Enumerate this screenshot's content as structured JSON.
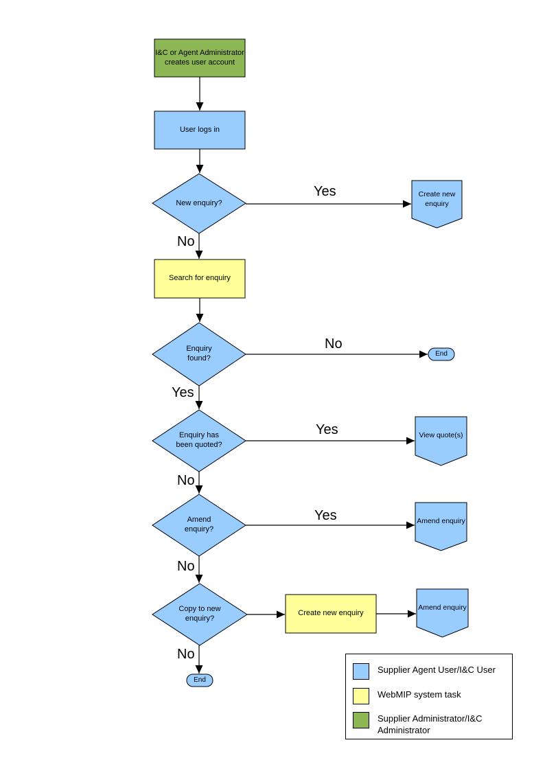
{
  "diagram": {
    "nodes": {
      "admin_creates_account": {
        "lines": [
          "I&C or Agent Administrator",
          "creates user account"
        ]
      },
      "user_logs_in": {
        "label": "User logs in"
      },
      "new_enquiry_decision": {
        "label": "New enquiry?"
      },
      "create_new_enquiry_offpage": {
        "lines": [
          "Create new",
          "enquiry"
        ]
      },
      "search_for_enquiry": {
        "label": "Search for enquiry"
      },
      "enquiry_found_decision": {
        "lines": [
          "Enquiry",
          "found?"
        ]
      },
      "end_top": {
        "label": "End"
      },
      "enquiry_quoted_decision": {
        "lines": [
          "Enquiry has",
          "been quoted?"
        ]
      },
      "view_quotes_offpage": {
        "label": "View quote(s)"
      },
      "amend_enquiry_decision": {
        "lines": [
          "Amend",
          "enquiry?"
        ]
      },
      "amend_enquiry_offpage_1": {
        "label": "Amend enquiry"
      },
      "copy_to_new_enquiry_decision": {
        "lines": [
          "Copy to new",
          "enquiry?"
        ]
      },
      "create_new_enquiry_task": {
        "label": "Create new enquiry"
      },
      "amend_enquiry_offpage_2": {
        "label": "Amend enquiry"
      },
      "end_bottom": {
        "label": "End"
      }
    },
    "edge_labels": {
      "yes": "Yes",
      "no": "No"
    },
    "colors": {
      "user_shape": "#99CCFF",
      "system_shape": "#FFFF99",
      "admin_shape": "#8DB755",
      "outline": "#000000"
    },
    "legend": {
      "items": [
        {
          "color": "#99CCFF",
          "label": "Supplier Agent User/I&C User"
        },
        {
          "color": "#FFFF99",
          "label": "WebMIP system task"
        },
        {
          "color": "#8DB755",
          "label": "Supplier Administrator/I&C Administrator"
        }
      ]
    }
  }
}
